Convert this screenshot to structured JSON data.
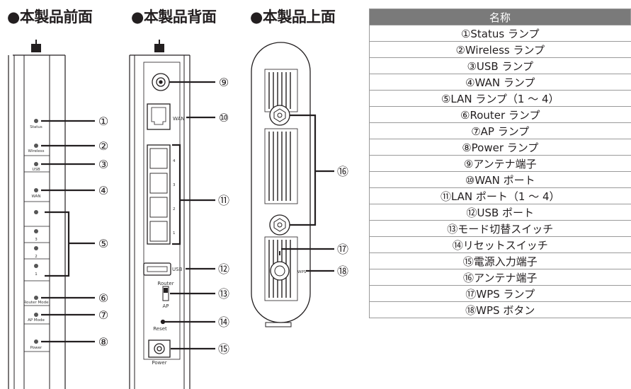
{
  "headings": {
    "front": "●本製品前面",
    "back": "●本製品背面",
    "top": "●本製品上面"
  },
  "front_labels": {
    "status": "Status",
    "wireless": "Wireless",
    "usb": "USB",
    "wan": "WAN",
    "lan3": "3",
    "lan2": "2",
    "lan1": "1",
    "router_mode": "Router Mode",
    "ap_mode": "AP Mode",
    "power": "Power"
  },
  "back_labels": {
    "wan": "WAN",
    "port4": "4",
    "port3": "3",
    "port2": "2",
    "port1": "1",
    "usb": "USB",
    "router": "Router",
    "ap": "AP",
    "reset": "Reset",
    "power": "Power"
  },
  "top_labels": {
    "wps": "WPS"
  },
  "callouts": [
    "①",
    "②",
    "③",
    "④",
    "⑤",
    "⑥",
    "⑦",
    "⑧",
    "⑨",
    "⑩",
    "⑪",
    "⑫",
    "⑬",
    "⑭",
    "⑮",
    "⑯",
    "⑰",
    "⑱"
  ],
  "table": {
    "header": "名称",
    "rows": [
      "①Status ランプ",
      "②Wireless ランプ",
      "③USB ランプ",
      "④WAN ランプ",
      "⑤LAN ランプ（1 ～ 4）",
      "⑥Router ランプ",
      "⑦AP ランプ",
      "⑧Power ランプ",
      "⑨アンテナ端子",
      "⑩WAN ポート",
      "⑪LAN ポート（1 ～ 4）",
      "⑫USB ポート",
      "⑬モード切替スイッチ",
      "⑭リセットスイッチ",
      "⑮電源入力端子",
      "⑯アンテナ端子",
      "⑰WPS ランプ",
      "⑱WPS ボタン"
    ]
  },
  "colors": {
    "ink": "#231f20",
    "table_header_bg": "#7a7a7a",
    "table_border": "#9a9a9a"
  }
}
